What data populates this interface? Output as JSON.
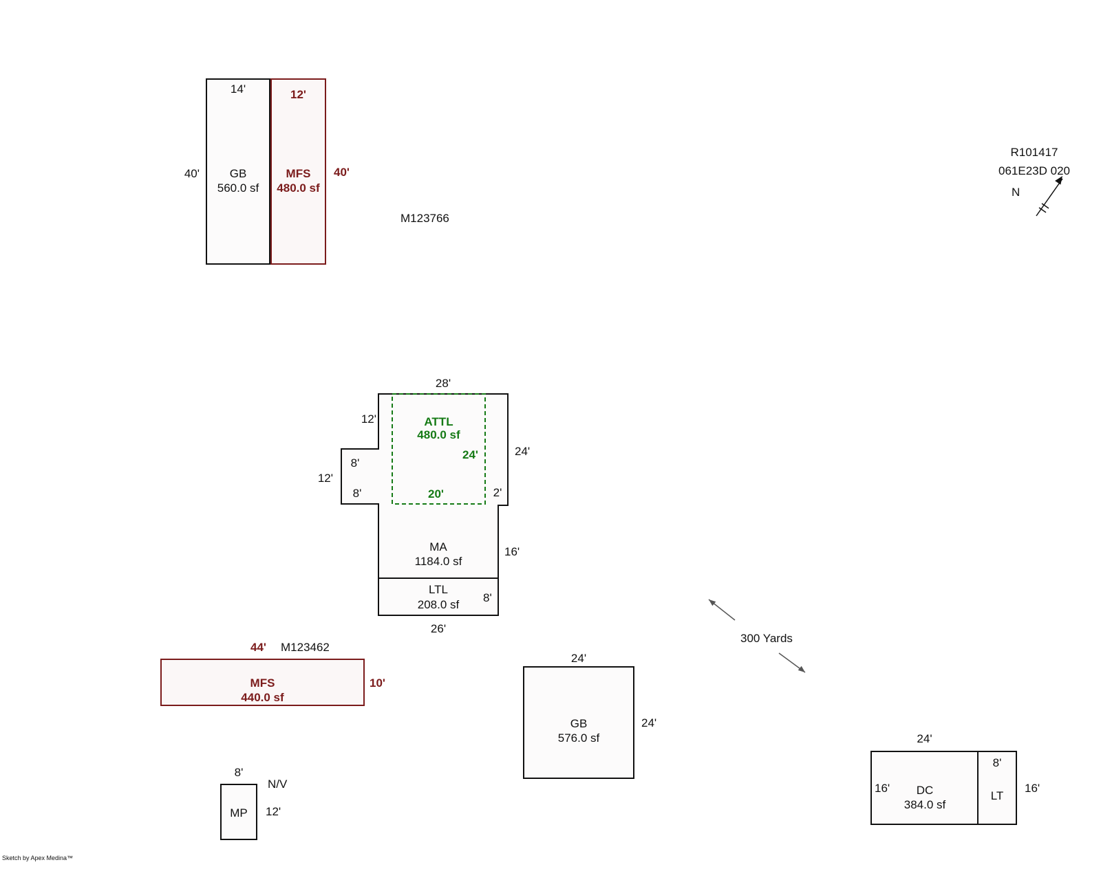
{
  "page": {
    "watermark": "Sketch by Apex Medina™"
  },
  "annotations": {
    "m123766": "M123766",
    "m123462": "M123462",
    "nv": "N/V",
    "yards": "300 Yards",
    "parcel": "R101417",
    "map_code": "061E23D 020",
    "north": "N"
  },
  "gb1": {
    "label": "GB",
    "area": "560.0 sf",
    "dim_top": "14'",
    "dim_left": "40'"
  },
  "mfs1": {
    "label": "MFS",
    "area": "480.0 sf",
    "dim_top": "12'",
    "dim_right": "40'"
  },
  "ma": {
    "label": "MA",
    "area": "1184.0 sf",
    "dim_top": "28'",
    "dim_left_upper": "12'",
    "dim_notch_top": "8'",
    "dim_notch_left": "12'",
    "dim_notch_bottom": "8'",
    "dim_right_upper": "24'",
    "dim_step": "2'",
    "dim_right_lower": "16'"
  },
  "attl": {
    "label": "ATTL",
    "area": "480.0 sf",
    "dim_right": "24'",
    "dim_bottom": "20'"
  },
  "ltl": {
    "label": "LTL",
    "area": "208.0 sf",
    "dim_right": "8'",
    "dim_bottom": "26'"
  },
  "mfs2": {
    "label": "MFS",
    "area": "440.0 sf",
    "dim_top": "44'",
    "dim_right": "10'"
  },
  "mp": {
    "label": "MP",
    "dim_top": "8'",
    "dim_right": "12'"
  },
  "gb2": {
    "label": "GB",
    "area": "576.0 sf",
    "dim_top": "24'",
    "dim_right": "24'"
  },
  "dc": {
    "label": "DC",
    "area": "384.0 sf",
    "dim_top": "24'",
    "dim_left": "16'"
  },
  "lt": {
    "label": "LT",
    "dim_top": "8'",
    "dim_right": "16'"
  },
  "colors": {
    "maroon": "#7b1b1b",
    "green": "#157a15",
    "line": "#111111"
  }
}
